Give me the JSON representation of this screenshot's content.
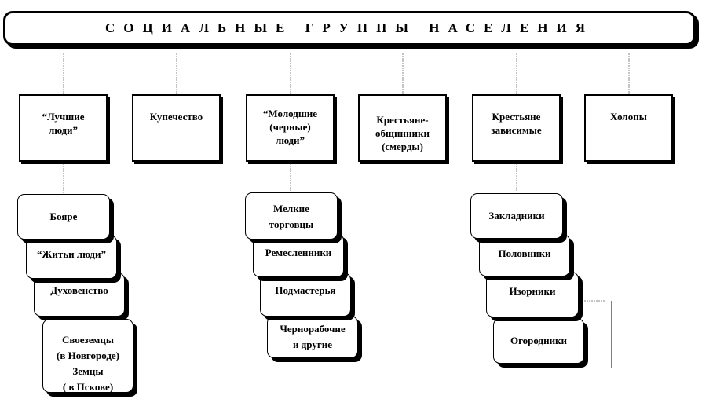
{
  "title": "Социальные группы населения",
  "groups": [
    {
      "label": "“Лучшие\nлюди”"
    },
    {
      "label": "Купечество"
    },
    {
      "label": "“Молодшие\n(черные)\nлюди”"
    },
    {
      "label": "Крестьяне-\nобщинники\n(смерды)"
    },
    {
      "label": "Крестьяне\nзависимые"
    },
    {
      "label": "Холопы"
    }
  ],
  "luchshie": [
    "Бояре",
    "“Житьи люди”",
    "Духовенство",
    "Своеземцы\n(в Новгороде)\nЗемцы\n( в Пскове)"
  ],
  "molodshie": [
    "Мелкие\nторговцы",
    "Ремесленники",
    "Подмастерья",
    "Чернорабочие\nи другие"
  ],
  "zavisimye": [
    "Закладники",
    "Половники",
    "Изорники",
    "Огородники"
  ]
}
